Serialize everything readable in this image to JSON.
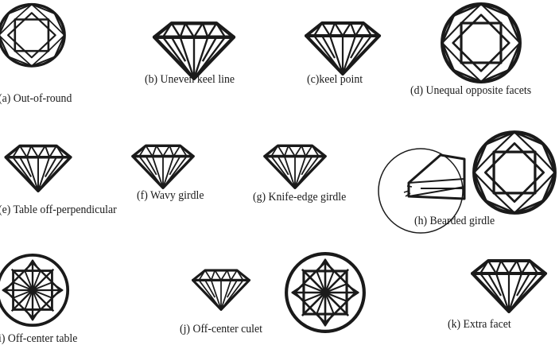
{
  "labels": {
    "a": "(a) Out-of-round",
    "b": "(b) Uneven keel line",
    "c": "(c)keel point",
    "d": "(d) Unequal opposite facets",
    "e": "(e) Table off-perpendicular",
    "f": "(f) Wavy girdle",
    "g": "(g) Knife-edge girdle",
    "h": "(h) Bearded girdle",
    "i": "i) Off-center table",
    "j": "(j) Off-center culet",
    "k": "(k) Extra facet"
  },
  "colors": {
    "line": "#1a1a1a",
    "background": "#ffffff"
  }
}
